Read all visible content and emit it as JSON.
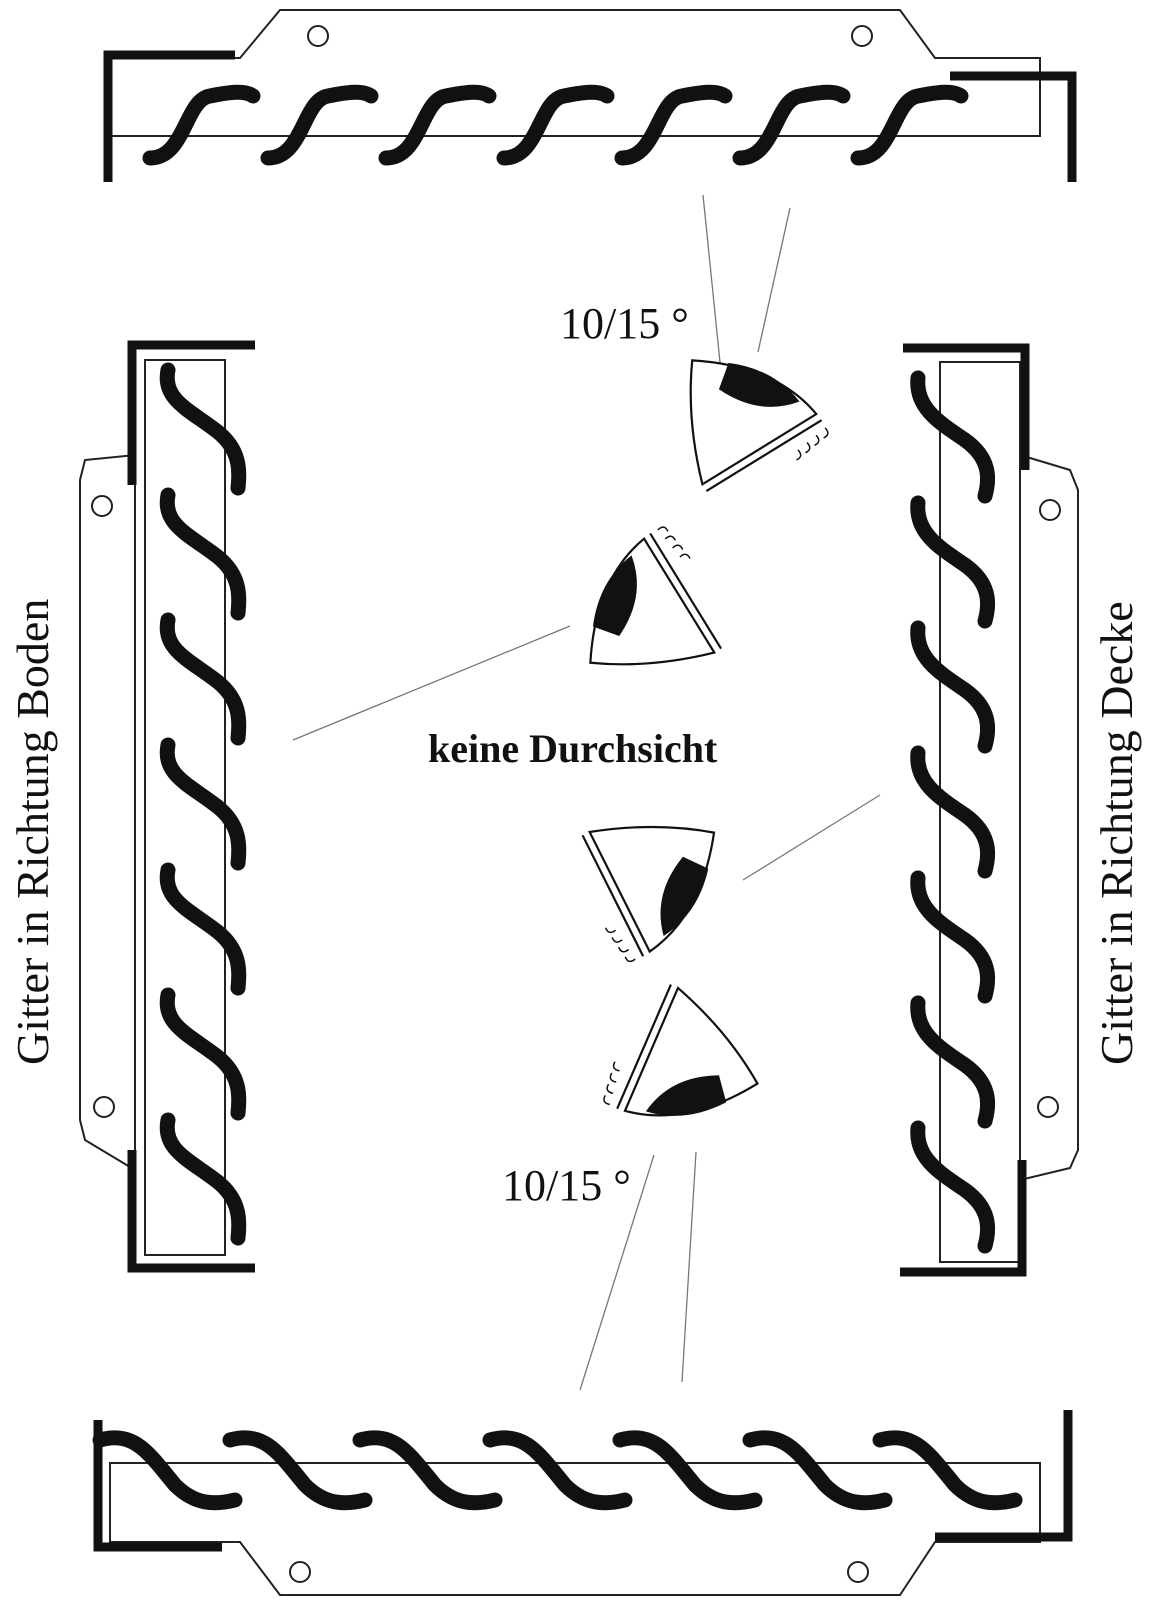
{
  "labels": {
    "angle_top": "10/15 °",
    "angle_bottom": "10/15 °",
    "left_side": "Gitter in Richtung Boden",
    "right_side": "Gitter in Richtung Decke",
    "center": "keine Durchsicht"
  },
  "colors": {
    "center_text": "#cc2a1e",
    "ink": "#111111"
  },
  "grilles": {
    "top_slat_count": 7,
    "bottom_slat_count": 7,
    "left_slat_count": 7,
    "right_slat_count": 7
  }
}
